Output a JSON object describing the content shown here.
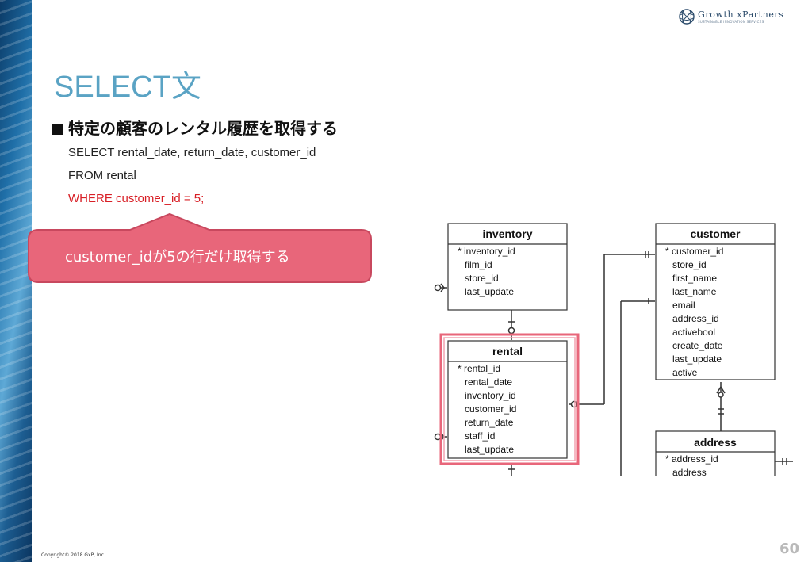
{
  "logo": {
    "name": "Growth xPartners",
    "tagline": "SUSTAINABLE INNOVATION SERVICES"
  },
  "slide": {
    "title": "SELECT文",
    "heading": "特定の顧客のレンタル履歴を取得する",
    "sql": [
      "SELECT rental_date, return_date, customer_id",
      "FROM rental",
      "WHERE customer_id = 5;"
    ],
    "callout": "customer_idが5の行だけ取得する",
    "callout_color": "#e8667a",
    "highlight_color": "#d81f26"
  },
  "erd": {
    "tables": [
      {
        "name": "inventory",
        "columns": [
          "* inventory_id",
          "film_id",
          "store_id",
          "last_update"
        ]
      },
      {
        "name": "customer",
        "columns": [
          "* customer_id",
          "store_id",
          "first_name",
          "last_name",
          "email",
          "address_id",
          "activebool",
          "create_date",
          "last_update",
          "active"
        ]
      },
      {
        "name": "rental",
        "columns": [
          "* rental_id",
          "rental_date",
          "inventory_id",
          "customer_id",
          "return_date",
          "staff_id",
          "last_update"
        ]
      },
      {
        "name": "address",
        "columns": [
          "* address_id",
          "address"
        ]
      }
    ]
  },
  "footer": {
    "copyright": "Copyright© 2018 GxP, Inc.",
    "page_number": "60"
  }
}
